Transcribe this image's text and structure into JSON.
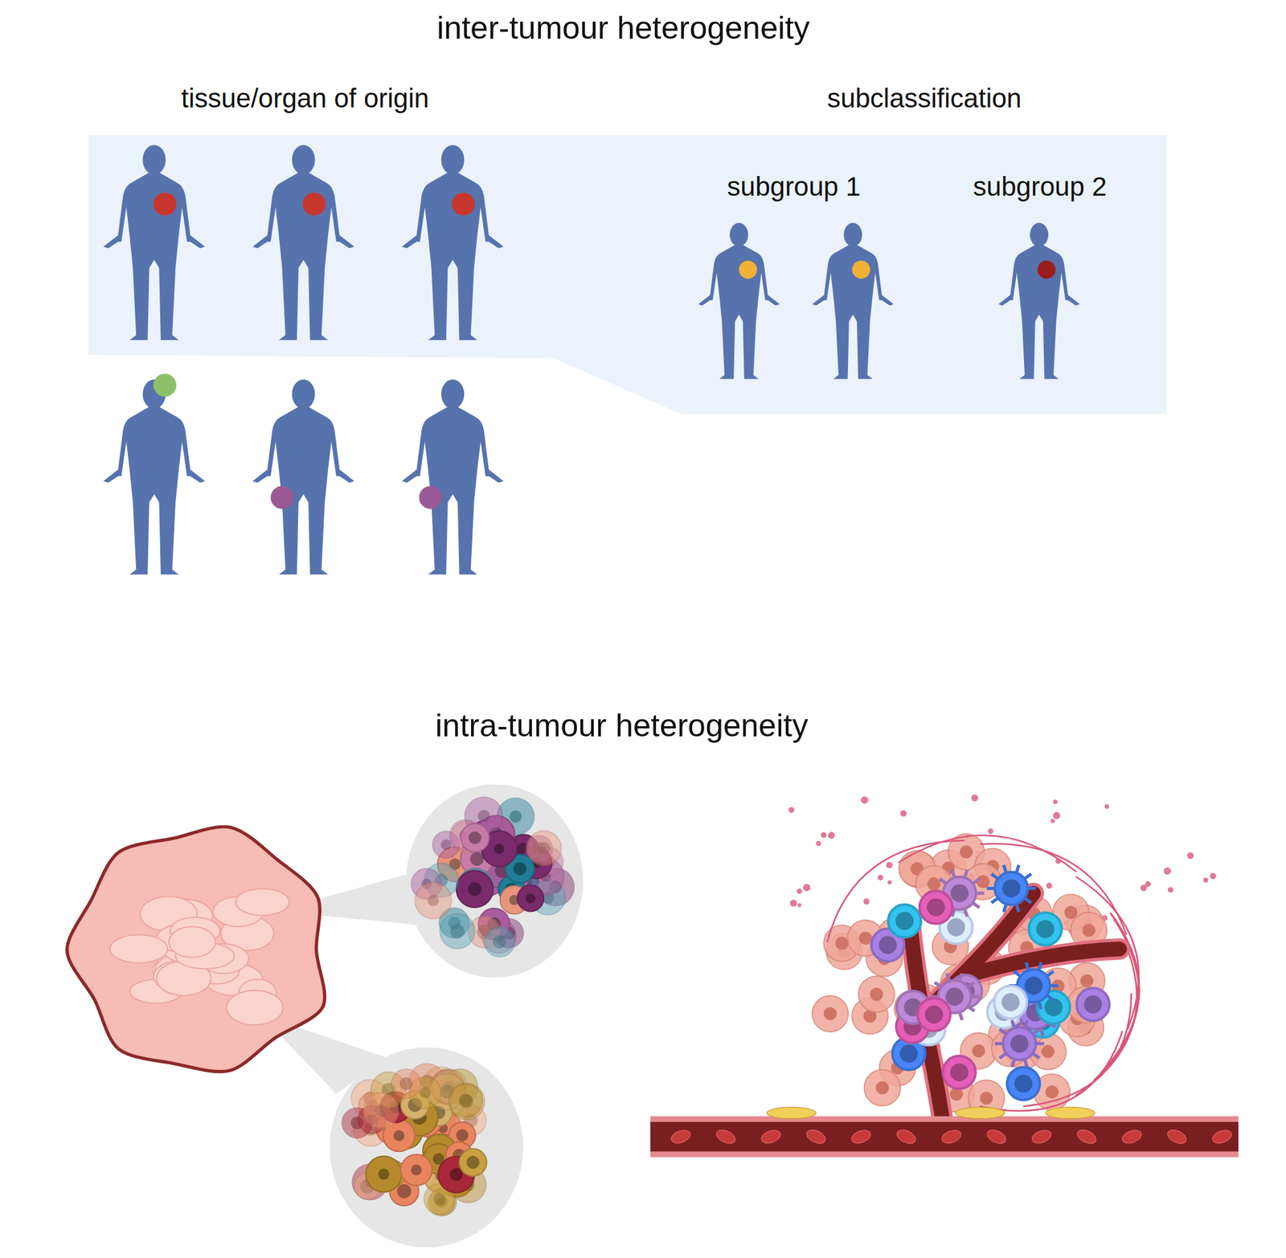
{
  "diagram": {
    "title": "inter-tumour heterogeneity",
    "labels": [
      "tissue/organ of origin",
      "subclassification",
      "subgroup 1",
      "subgroup 2",
      "intra-tumour heterogeneity"
    ]
  }
}
